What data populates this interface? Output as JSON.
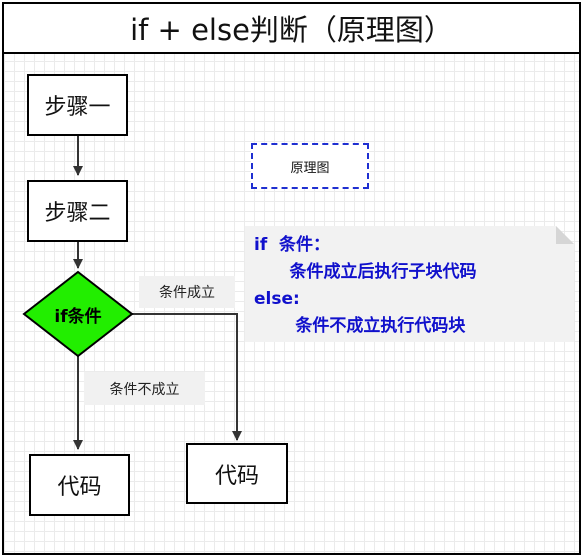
{
  "diagram": {
    "title": "if + else判断（原理图）",
    "steps": [
      "步骤一",
      "步骤二"
    ],
    "decision": "if条件",
    "legend_tag": "原理图",
    "branch_true_label": "条件成立",
    "branch_false_label": "条件不成立",
    "outputs": [
      "代码",
      "代码"
    ],
    "note": {
      "lines": [
        "if  条件：",
        "      条件成立后执行子块代码",
        "else:",
        "       条件不成立执行代码块"
      ]
    },
    "colors": {
      "decision_fill": "#22ee00",
      "dashed_border": "#1f2fd1",
      "note_text": "#1010cc",
      "note_fill": "#f2f2f2",
      "grid": "#ebebeb"
    }
  }
}
